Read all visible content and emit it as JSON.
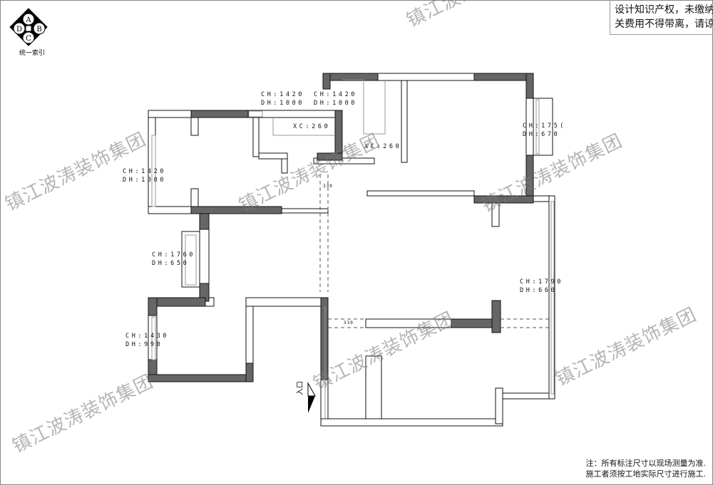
{
  "index_symbol": {
    "letters": [
      "A",
      "B",
      "C",
      "D"
    ],
    "label": "统一索引"
  },
  "notice": {
    "line1": "设计知识产权，未缴纳相",
    "line2": "关费用不得带离，请谅解"
  },
  "footer_note": {
    "line1": "注：所有标注尺寸以现场测量为准.",
    "line2": "施工者须按工地实际尺寸进行施工."
  },
  "watermark": "镇江波涛装饰集团",
  "entrance_label": "入口",
  "dimensions": {
    "window_left_room": {
      "ch": "CH:1420",
      "dh": "DH:1000"
    },
    "window_top_a": {
      "ch": "CH:1420",
      "dh": "DH:1000"
    },
    "window_top_b": {
      "ch": "CH:1420",
      "dh": "DH:1000"
    },
    "window_right_top": {
      "ch": "CH:175(",
      "dh": "DH:670"
    },
    "window_middle_left": {
      "ch": "CH:1760",
      "dh": "DH:650"
    },
    "window_kitchen": {
      "ch": "CH:1430",
      "dh": "DH:990"
    },
    "window_living": {
      "ch": "CH:1790",
      "dh": "DH:660"
    },
    "xc_a": "XC:260",
    "xc_b": "XC:260",
    "beam_a": "330",
    "beam_b": "330"
  },
  "colors": {
    "wall_fill": "#666666",
    "line": "#111111"
  }
}
